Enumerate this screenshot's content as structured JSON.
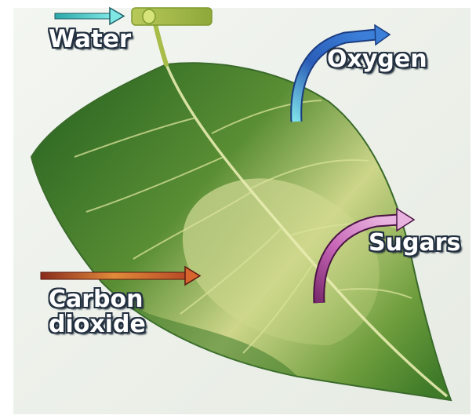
{
  "labels": {
    "water": "Water",
    "oxygen": "Oxygen",
    "sugars": "Sugars",
    "carbon_line1": "Carbon",
    "carbon_line2": "dioxide"
  },
  "colors": {
    "background": "#eef1ec",
    "leaf_dark": "#2f6a24",
    "leaf_mid": "#6a9a3a",
    "leaf_light": "#d7dc92",
    "water_arrow": "#2ec9c4",
    "oxygen_arrow": "#2a5db8",
    "sugars_arrow": "#a23c8e",
    "carbon_arrow": "#c04a28",
    "label_outline": "#233040"
  }
}
